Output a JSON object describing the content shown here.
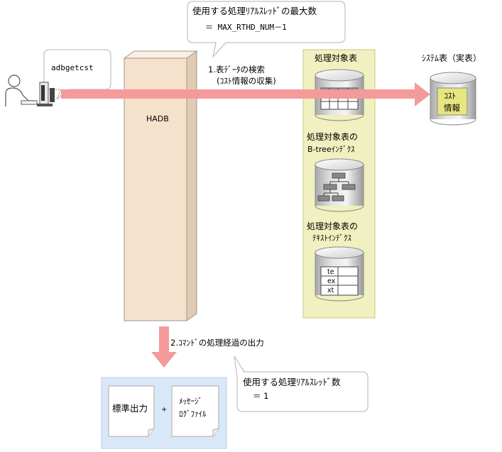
{
  "callout_top": {
    "line1": "使用する処理ﾘｱﾙｽﾚｯﾄﾞの最大数",
    "line2": "＝ MAX_RTHD_NUM－1"
  },
  "command_label": "adbgetcst",
  "server_label": "HADB",
  "step1": {
    "line1": "1.表ﾃﾞｰﾀの検索",
    "line2": "(ｺｽﾄ情報の収集)"
  },
  "target_panel": {
    "title": "処理対象表",
    "btree_line1": "処理対象表の",
    "btree_line2": "B-treeｲﾝﾃﾞｸｽ",
    "text_line1": "処理対象表の",
    "text_line2": "ﾃｷｽﾄｲﾝﾃﾞｸｽ",
    "text_rows": [
      "te",
      "ex",
      "xt"
    ]
  },
  "system_table": {
    "title": "ｼｽﾃﾑ表（実表）",
    "label_line1": "ｺｽﾄ",
    "label_line2": "情報"
  },
  "step2": "2.ｺﾏﾝﾄﾞの処理経過の出力",
  "callout_bottom": {
    "line1": "使用する処理ﾘｱﾙｽﾚｯﾄﾞ数",
    "line2": "＝ 1"
  },
  "outputs": {
    "stdout": "標準出力",
    "plus": "+",
    "logfile_line1": "ﾒｯｾｰｼﾞ",
    "logfile_line2": "ﾛｸﾞﾌｧｲﾙ"
  },
  "colors": {
    "arrow": "#f59a9a",
    "panel_fill": "#f0f0c0",
    "panel_border": "#c8c880",
    "server_fill": "#f5e1cc",
    "output_panel": "#d9e8f8",
    "label_fill": "#e6e680"
  }
}
